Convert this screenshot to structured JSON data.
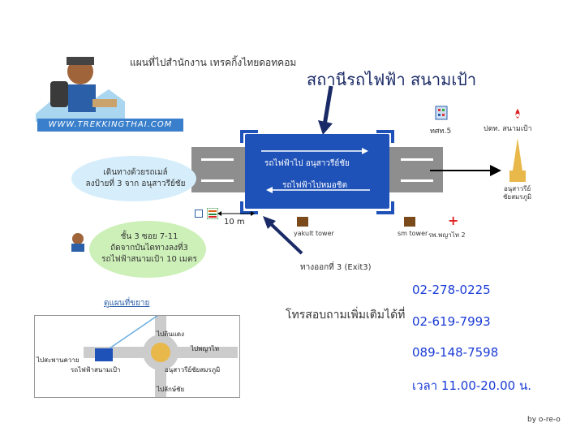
{
  "header": {
    "map_title": "แผนที่ไปสำนักงาน เทรคกิ้งไทยดอทคอม",
    "station_title": "สถานีรถไฟฟ้า สนามเป้า",
    "website": "WWW.TREKKINGTHAI.COM"
  },
  "platform": {
    "line_to_victory": "รถไฟฟ้าไป อนุสาวรีย์ชัย",
    "line_to_mochit": "รถไฟฟ้าไปหมอชิต"
  },
  "directions": {
    "bubble_bus": "เดินทางด้วยรถเมล์\nลงป้ายที่ 3 จาก อนุสาวรีย์ชัย",
    "bubble_office": "ชั้น 3 ซอย 7-11\nถัดจากบันไดทางลงที่3\nรถไฟฟ้าสนามเป้า 10 เมตร",
    "distance": "10 m",
    "exit_label": "ทางออกที่ 3 (Exit3)"
  },
  "landmarks": {
    "tot": "ทศท.5",
    "tv": "ปตท. สนามเป้า",
    "monument": "อนุสาวรีย์\nชัยสมรภูมิ",
    "yakult": "yakult tower",
    "sm": "sm tower",
    "hospital": "รพ.พญาไท 2"
  },
  "inset": {
    "label": "ดูแผนที่ขยาย",
    "to_din_daeng": "ไปดินแดง",
    "to_phaya_thai": "ไปพญาไท",
    "to_saphan_khwai": "ไปสะพานควาย",
    "station": "รถไฟฟ้าสนามเป้า",
    "monument": "อนุสาวรีย์ชัยสมรภูมิ",
    "to_lak_si": "ไปลักษ์ชัย"
  },
  "contact": {
    "label": "โทรสอบถามเพิ่มเติมได้ที่",
    "phones": [
      "02-278-0225",
      "02-619-7993",
      "089-148-7598"
    ],
    "hours": "เวลา 11.00-20.00 น."
  },
  "credit": "by o-re-o",
  "colors": {
    "platform": "#1f52b8",
    "road": "#8e8e8e",
    "phone": "#1a3bd6",
    "monument": "#e8b84a"
  }
}
